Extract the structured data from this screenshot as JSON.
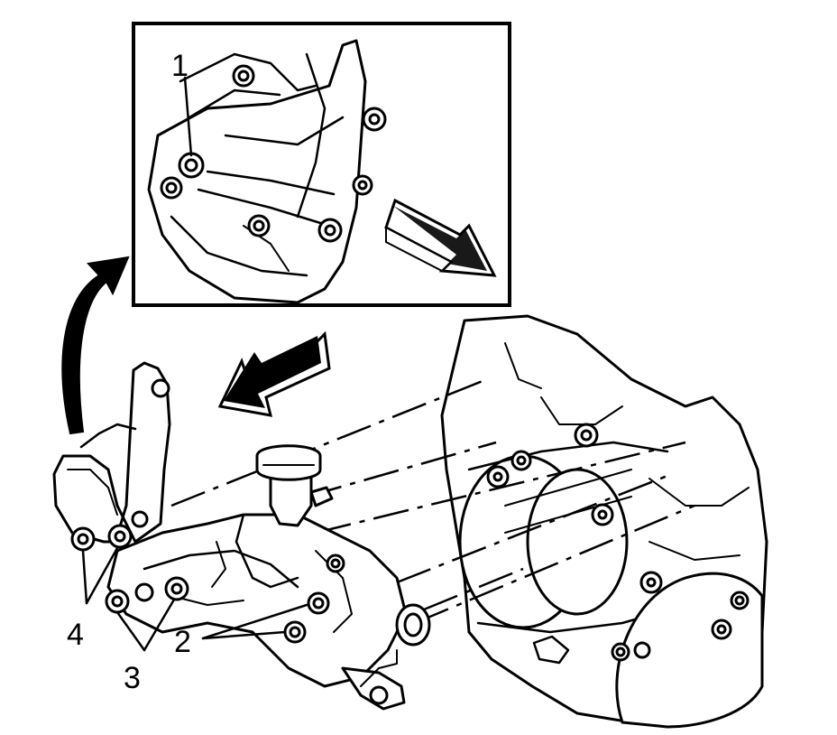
{
  "callouts": {
    "c1": "1",
    "c2": "2",
    "c3": "3",
    "c4": "4"
  },
  "icons": [
    "curved-arrow-icon",
    "direction-arrow-icon"
  ],
  "colors": {
    "ink": "#000000",
    "paper": "#ffffff"
  }
}
